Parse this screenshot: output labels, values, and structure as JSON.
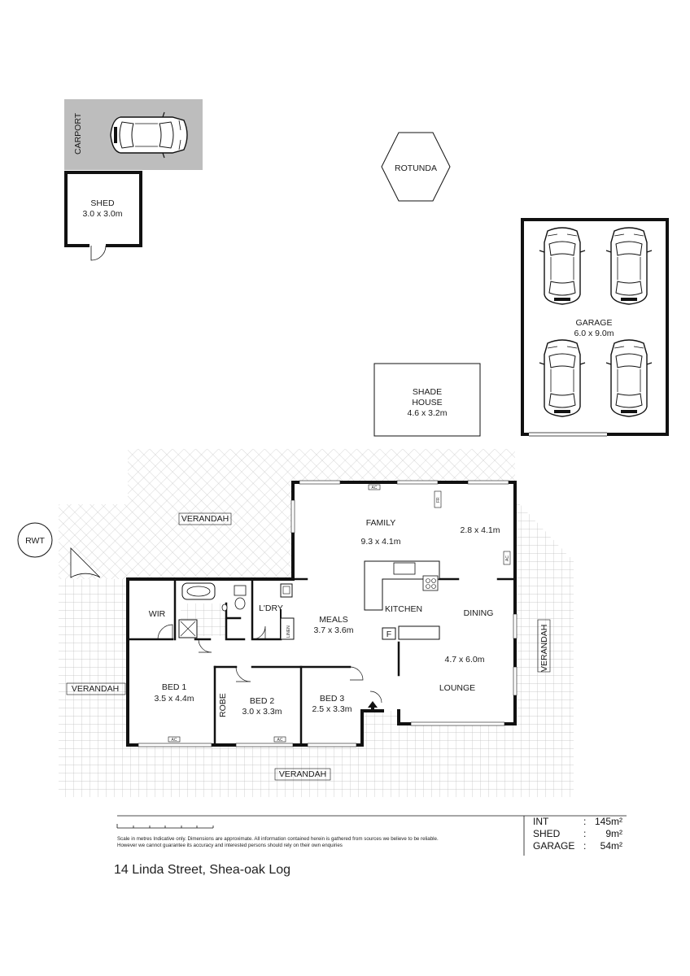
{
  "rooms": {
    "carport": "CARPORT",
    "shed": {
      "name": "SHED",
      "dims": "3.0 x 3.0m"
    },
    "rotunda": "ROTUNDA",
    "garage": {
      "name": "GARAGE",
      "dims": "6.0 x 9.0m"
    },
    "shade_house": {
      "line1": "SHADE",
      "line2": "HOUSE",
      "dims": "4.6 x 3.2m"
    },
    "rwt": "RWT",
    "verandah_top": "VERANDAH",
    "verandah_left": "VERANDAH",
    "verandah_right": "VERANDAH",
    "verandah_bottom": "VERANDAH",
    "family": {
      "name": "FAMILY",
      "dims": "9.3 x 4.1m"
    },
    "family_right_dims": "2.8 x 4.1m",
    "wir": "WIR",
    "ldry": "L'DRY",
    "linen": "LINEN",
    "meals": {
      "name": "MEALS",
      "dims": "3.7 x 3.6m"
    },
    "kitchen": "KITCHEN",
    "dining": "DINING",
    "lounge": {
      "dims": "4.7 x 6.0m",
      "name": "LOUNGE"
    },
    "fireplace": "F",
    "bed1": {
      "name": "BED 1",
      "dims": "3.5 x 4.4m"
    },
    "robe": "ROBE",
    "bed2": {
      "name": "BED 2",
      "dims": "3.0 x 3.3m"
    },
    "bed3": {
      "name": "BED 3",
      "dims": "2.5 x 3.3m"
    },
    "ac": "AC",
    "fr": "FR"
  },
  "disclaimer": "Scale in metres Indicative only. Dimensions are approximate. All information contained herein is gathered from sources we believe to be reliable. However we cannot guarantee its accuracy and interested persons should rely on their own enquiries",
  "address": "14 Linda Street, Shea-oak Log",
  "areas": [
    {
      "label": "INT",
      "sep": ":",
      "value": "145m²"
    },
    {
      "label": "SHED",
      "sep": ":",
      "value": "9m²"
    },
    {
      "label": "GARAGE",
      "sep": ":",
      "value": "54m²"
    }
  ]
}
